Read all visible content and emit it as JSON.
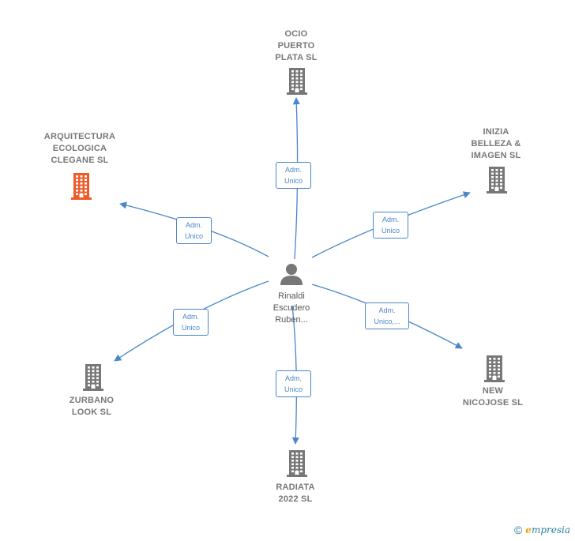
{
  "center": {
    "name": "Rinaldi\nEscudero\nRuben...",
    "icon": "person-icon"
  },
  "companies": [
    {
      "id": "ocio",
      "name": "OCIO\nPUERTO\nPLATA  SL",
      "icon": "building-icon",
      "color": "#777777",
      "edge": "Adm.\nUnico"
    },
    {
      "id": "inizia",
      "name": "INIZIA\nBELLEZA &\nIMAGEN  SL",
      "icon": "building-icon",
      "color": "#777777",
      "edge": "Adm.\nUnico"
    },
    {
      "id": "arquitectura",
      "name": "ARQUITECTURA\nECOLOGICA\nCLEGANE  SL",
      "icon": "building-icon",
      "color": "#f05a28",
      "edge": "Adm.\nUnico"
    },
    {
      "id": "zurbano",
      "name": "ZURBANO\nLOOK SL",
      "icon": "building-icon",
      "color": "#777777",
      "edge": "Adm.\nUnico"
    },
    {
      "id": "new",
      "name": "NEW\nNICOJOSE  SL",
      "icon": "building-icon",
      "color": "#777777",
      "edge": "Adm.\nUnico,..."
    },
    {
      "id": "radiata",
      "name": "RADIATA\n2022  SL",
      "icon": "building-icon",
      "color": "#777777",
      "edge": "Adm.\nUnico"
    }
  ],
  "colors": {
    "edge": "#4a86c8",
    "building": "#777777",
    "highlight": "#f05a28",
    "person": "#777777"
  },
  "footer": {
    "copyright_symbol": "©",
    "brand_first": "e",
    "brand_rest": "mpresia"
  }
}
